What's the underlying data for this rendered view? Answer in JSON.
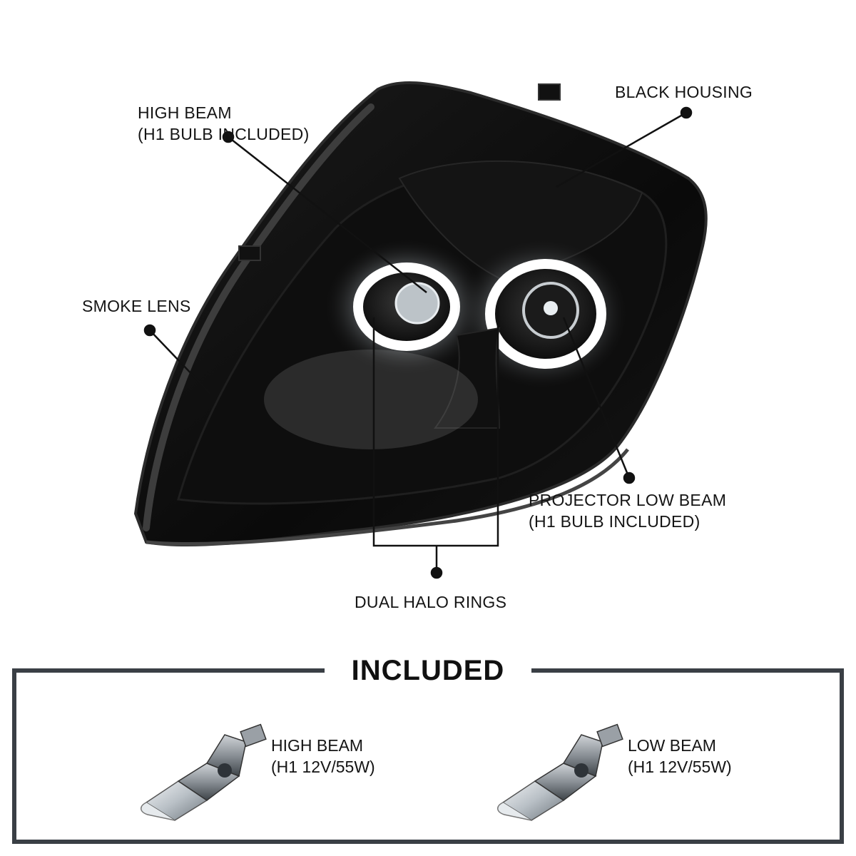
{
  "callouts": {
    "high_beam": {
      "line1": "HIGH BEAM",
      "line2": "(H1 BULB INCLUDED)"
    },
    "black_housing": {
      "line1": "BLACK HOUSING"
    },
    "smoke_lens": {
      "line1": "SMOKE LENS"
    },
    "projector_low_beam": {
      "line1": "PROJECTOR LOW BEAM",
      "line2": "(H1 BULB INCLUDED)"
    },
    "dual_halo_rings": {
      "line1": "DUAL HALO RINGS"
    }
  },
  "included": {
    "title": "INCLUDED",
    "items": [
      {
        "line1": "HIGH BEAM",
        "line2": "(H1 12V/55W)",
        "icon": "h1-bulb-icon"
      },
      {
        "line1": "LOW BEAM",
        "line2": "(H1 12V/55W)",
        "icon": "h1-bulb-icon"
      }
    ]
  },
  "colors": {
    "housing": "#0c0c0c",
    "halo": "#ffffff",
    "frame": "#3a3f45",
    "text": "#141414"
  }
}
